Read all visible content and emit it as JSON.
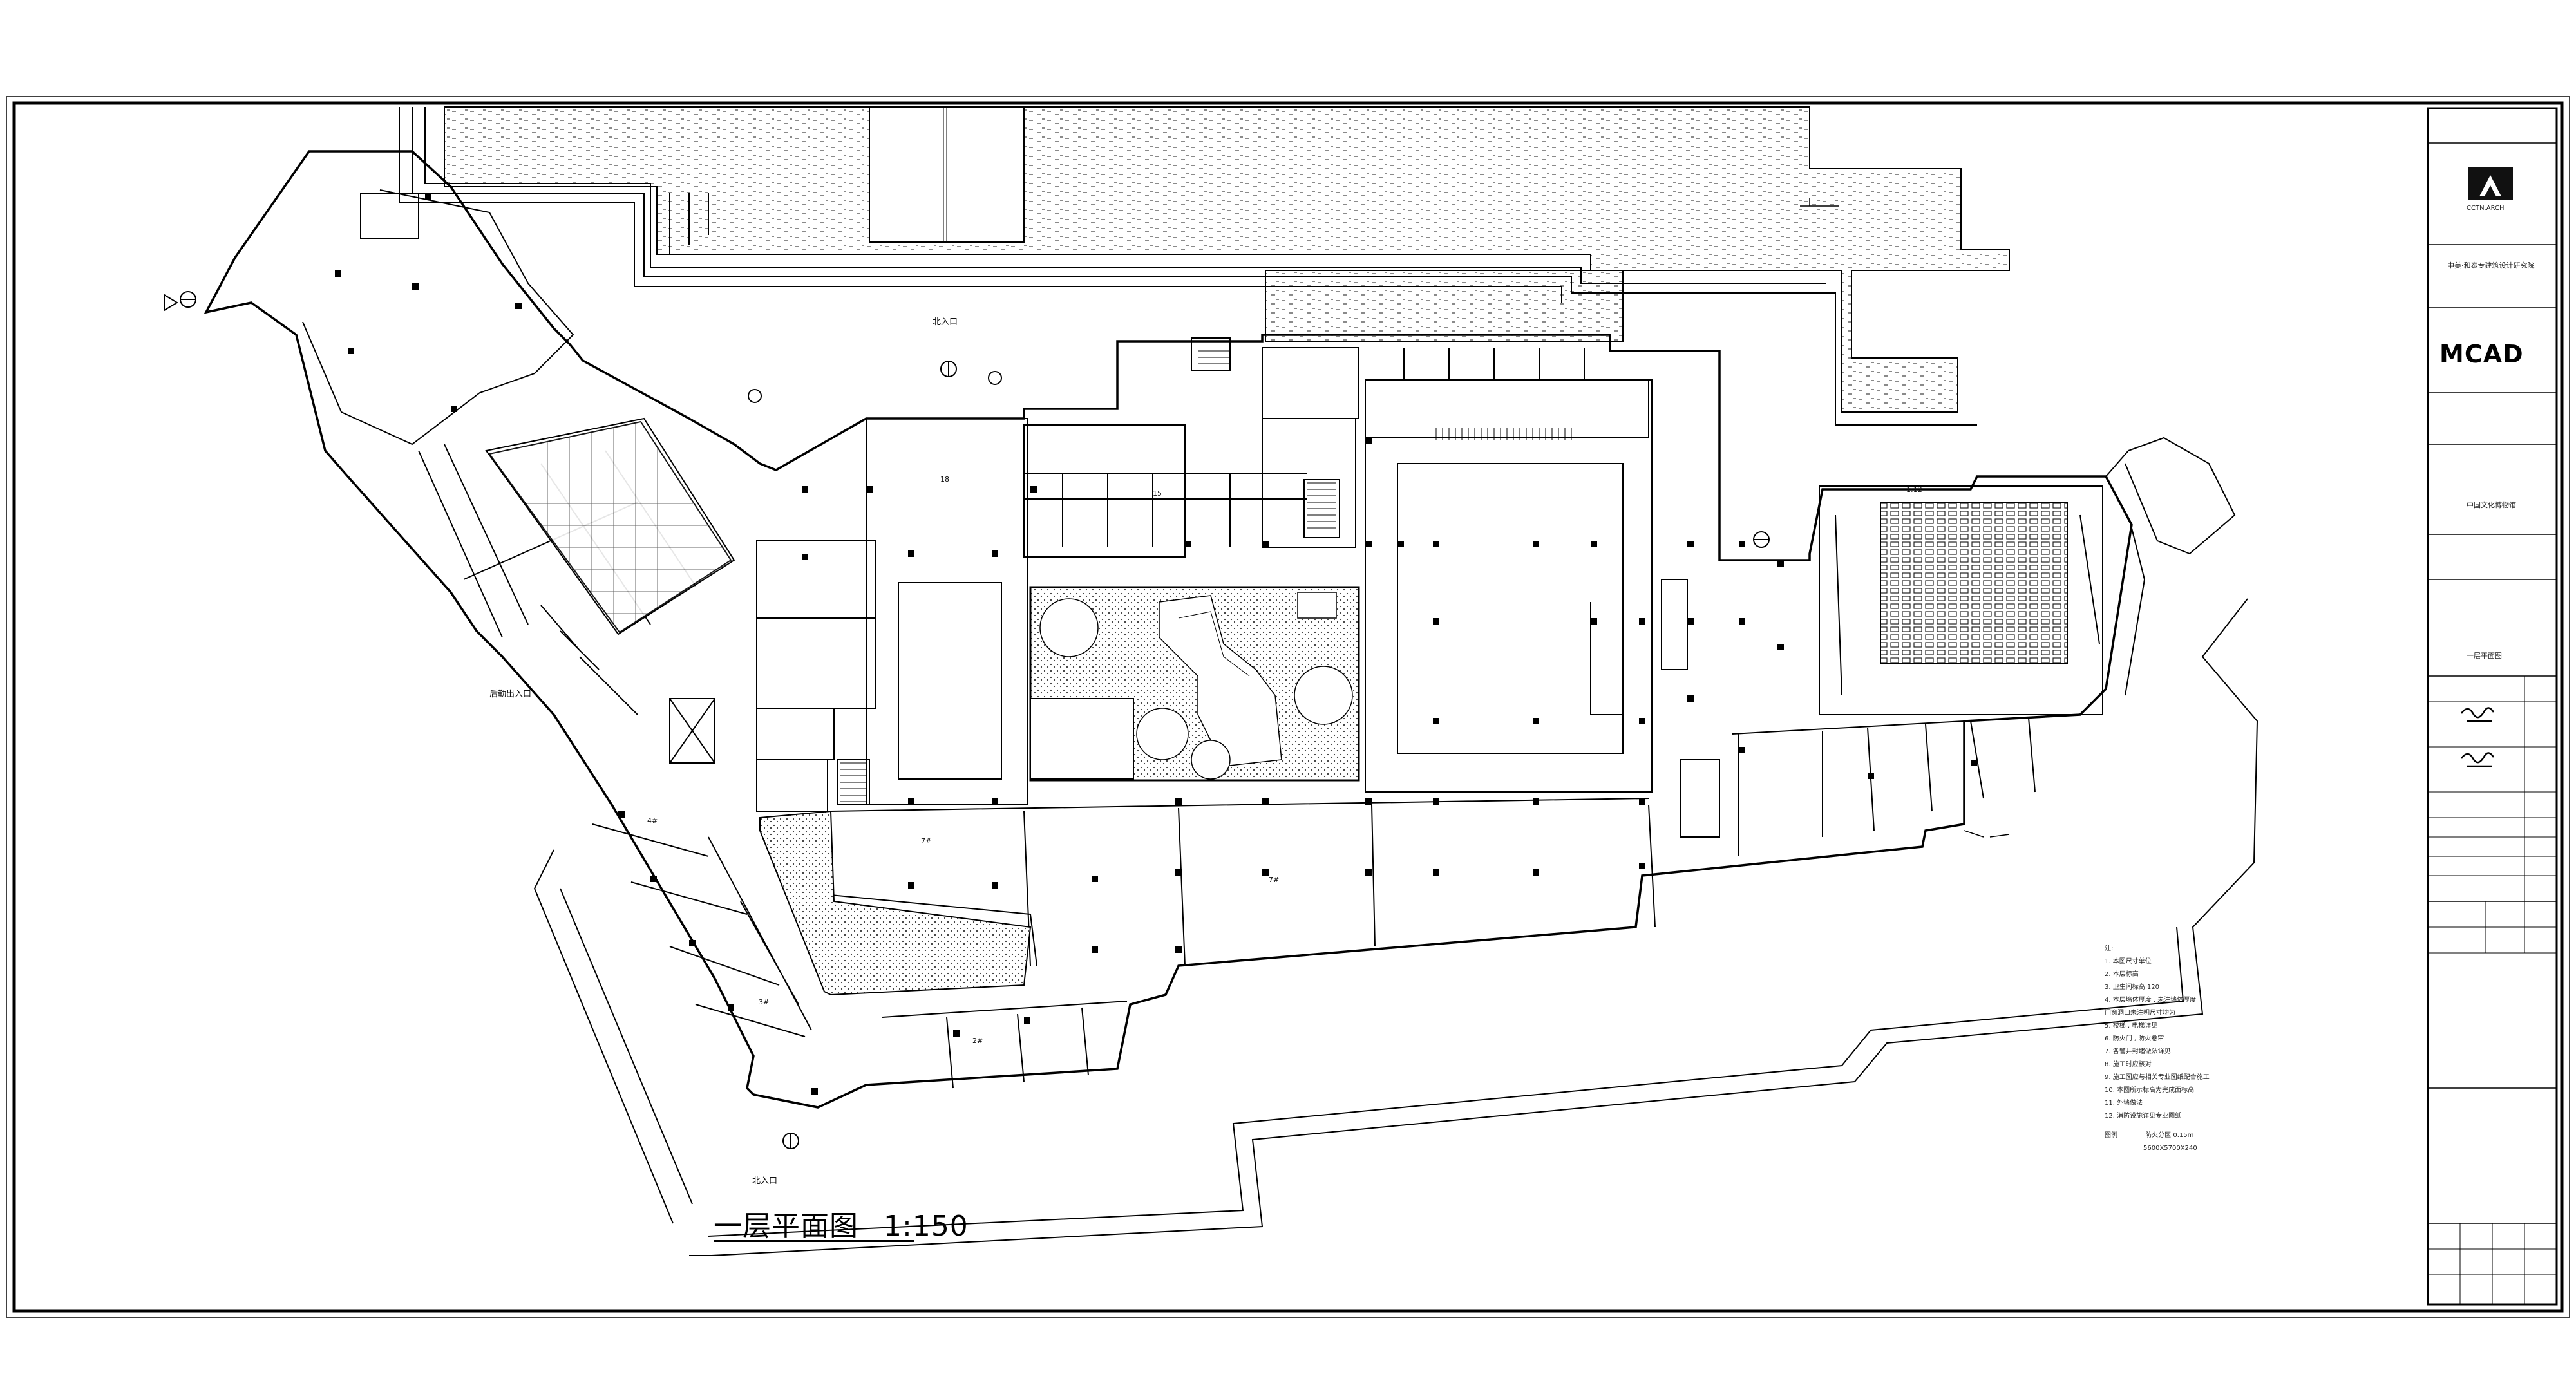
{
  "drawing": {
    "title": "一层平面图",
    "scale": "1:150"
  },
  "title_block": {
    "logo_name": "CCTN.ARCH",
    "institute": "中美·和泰专建筑设计研究院",
    "partner_logo": "MCAD",
    "project_name": "中国文化博物馆",
    "sheet_name": "一层平面图"
  },
  "plan_labels": {
    "north_entrance": "北入口",
    "south_entrance": "北入口",
    "side_entrance": "后勤出入口",
    "atrium_number": "18",
    "exhibit_top_number": "15",
    "exhibit_numbers": [
      "7#",
      "7#",
      "4#",
      "3#",
      "2#"
    ],
    "auditorium_label": "1:12"
  },
  "notes": {
    "heading": "注:",
    "items": [
      "1. 本图尺寸单位",
      "2. 本层标高",
      "3. 卫生间标高            120",
      "4. 本层墙体厚度 , 未注墙体厚度",
      "   门窗洞口未注明尺寸均为",
      "5. 楼梯 , 电梯详见",
      "6. 防火门 , 防火卷帘",
      "7. 各管井封堵做法详见",
      "8. 施工时应核对",
      "9. 施工图应与相关专业图纸配合施工",
      "10. 本图所示标高为完成面标高",
      "11. 外墙做法",
      "12. 消防设施详见专业图纸"
    ],
    "legend_label": "图例",
    "legend_item": "防火分区 0.15m",
    "legend_dims": "5600X5700X240"
  },
  "colors": {
    "line": "#000000",
    "hatch": "#555555",
    "paper": "#ffffff"
  }
}
